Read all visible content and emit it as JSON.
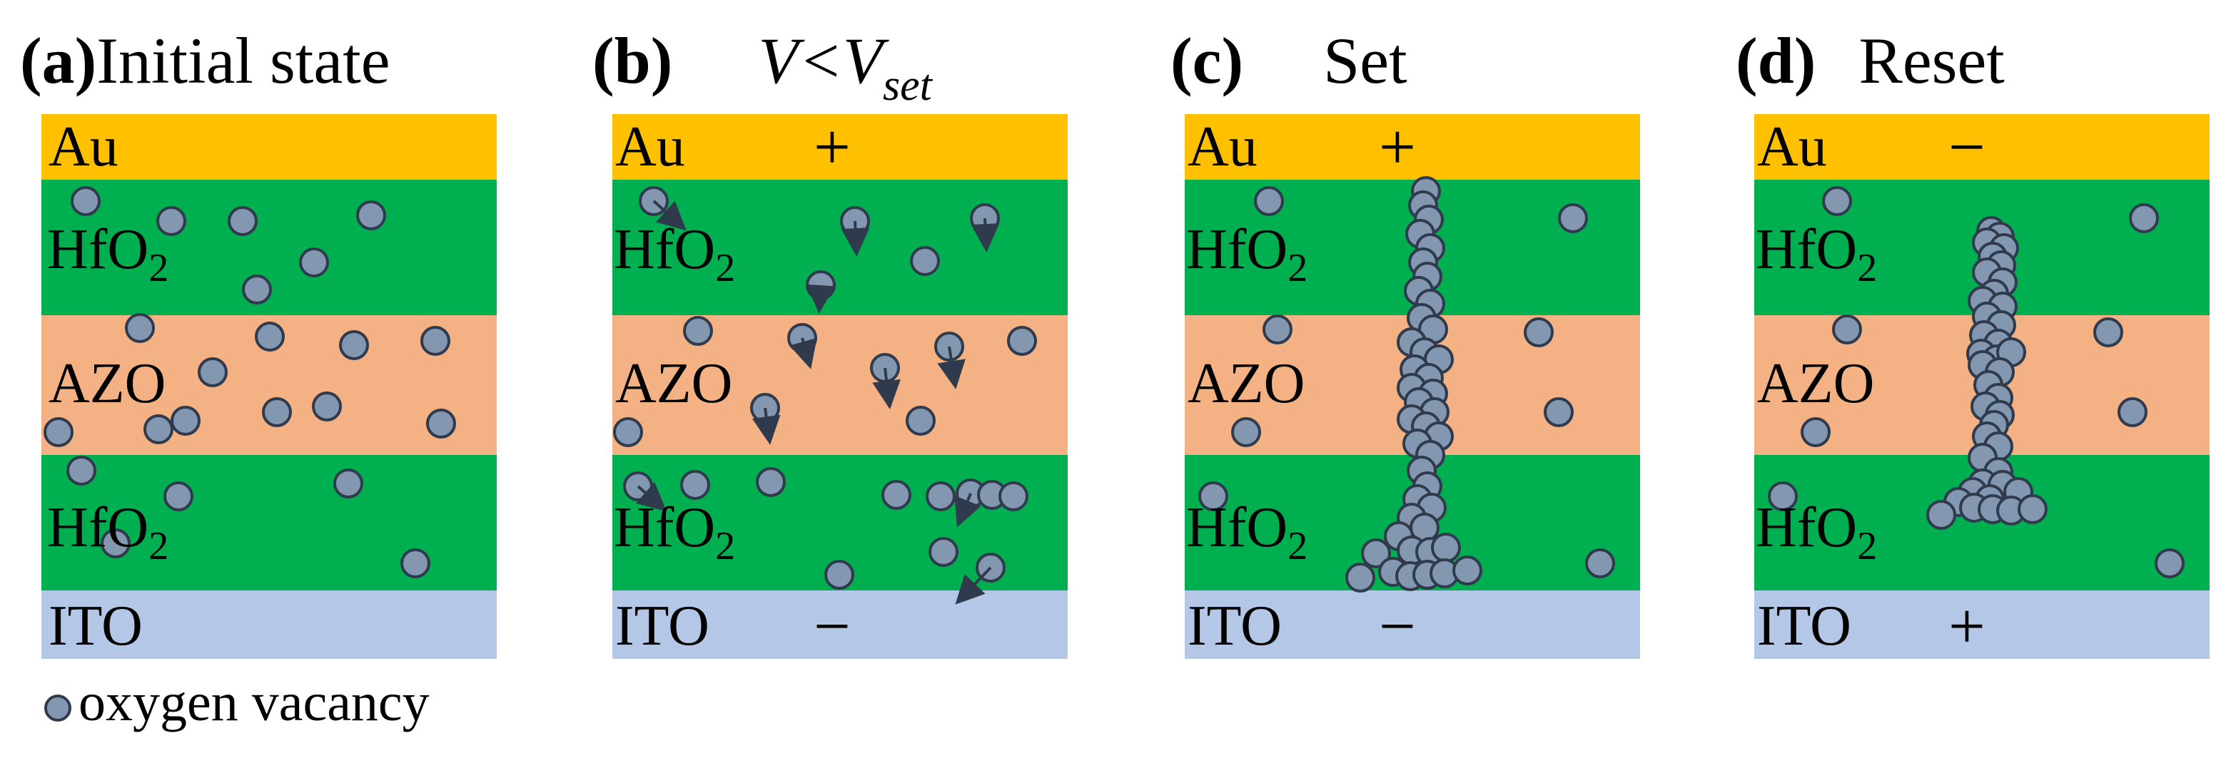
{
  "colors": {
    "au": "#ffc000",
    "hfo2": "#00b050",
    "azo": "#f4b183",
    "ito": "#b4c7e7",
    "vacancy_fill": "#8497b0",
    "vacancy_stroke": "#2f3a4c",
    "arrow": "#2f3a4c"
  },
  "panels": [
    {
      "letter": "(a)",
      "title": "Initial state",
      "title_sub": "",
      "layers": {
        "au": "Au",
        "hfo2_top": "HfO",
        "azo": "AZO",
        "hfo2_bottom": "HfO",
        "ito": "ITO",
        "subscript": "2"
      },
      "top_polarity": "",
      "bottom_polarity": ""
    },
    {
      "letter": "(b)",
      "title": "V<V",
      "title_sub": "set",
      "layers": {
        "au": "Au",
        "hfo2_top": "HfO",
        "azo": "AZO",
        "hfo2_bottom": "HfO",
        "ito": "ITO",
        "subscript": "2"
      },
      "top_polarity": "+",
      "bottom_polarity": "−"
    },
    {
      "letter": "(c)",
      "title": "Set",
      "title_sub": "",
      "layers": {
        "au": "Au",
        "hfo2_top": "HfO",
        "azo": "AZO",
        "hfo2_bottom": "HfO",
        "ito": "ITO",
        "subscript": "2"
      },
      "top_polarity": "+",
      "bottom_polarity": "−"
    },
    {
      "letter": "(d)",
      "title": "Reset",
      "title_sub": "",
      "layers": {
        "au": "Au",
        "hfo2_top": "HfO",
        "azo": "AZO",
        "hfo2_bottom": "HfO",
        "ito": "ITO",
        "subscript": "2"
      },
      "top_polarity": "−",
      "bottom_polarity": "+"
    }
  ],
  "legend": {
    "label": "oxygen vacancy",
    "icon": "oxygen-vacancy-dot-icon"
  }
}
